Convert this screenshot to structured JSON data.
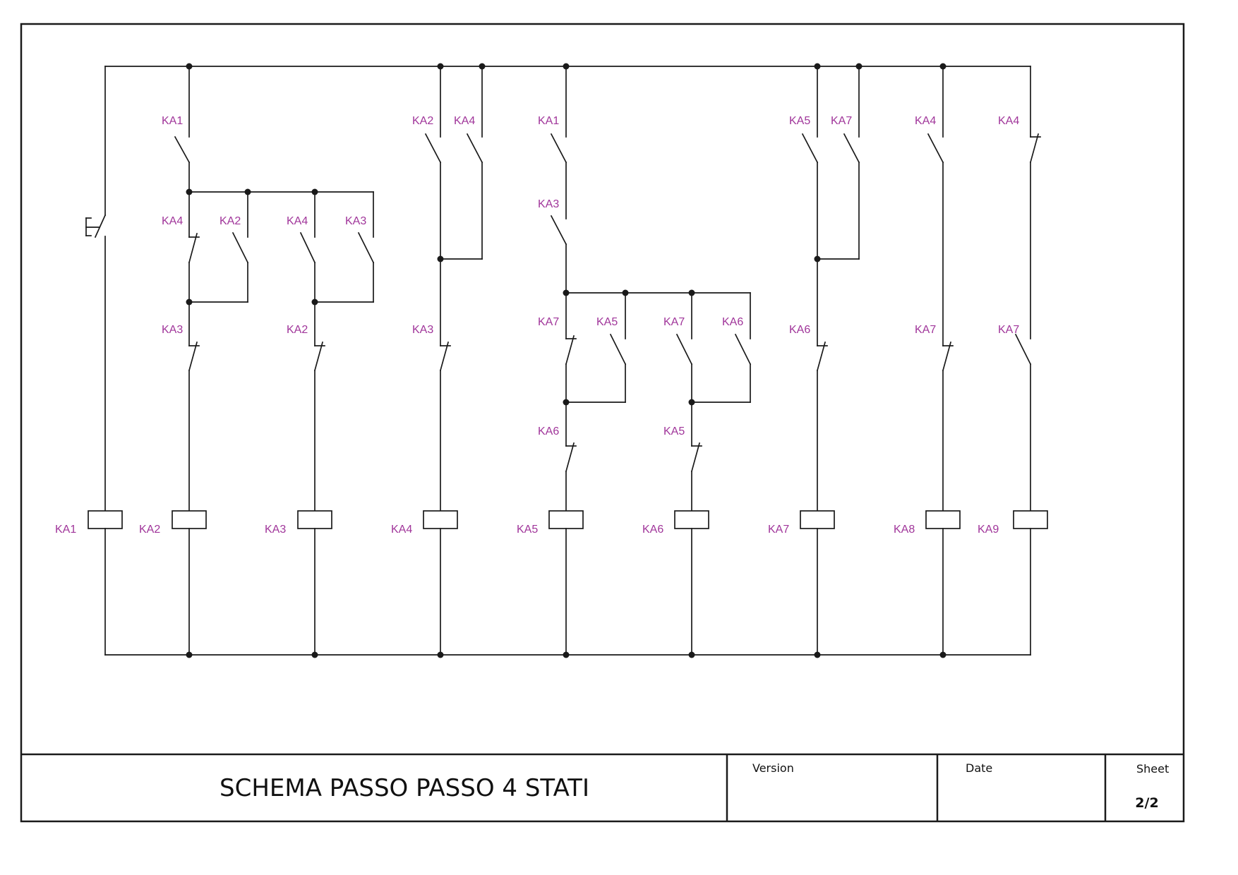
{
  "title_block": {
    "title": "SCHEMA PASSO PASSO 4 STATI",
    "version_label": "Version",
    "date_label": "Date",
    "sheet_label": "Sheet",
    "sheet_value": "2/2"
  },
  "coils": [
    "KA1",
    "KA2",
    "KA3",
    "KA4",
    "KA5",
    "KA6",
    "KA7",
    "KA8",
    "KA9"
  ],
  "contacts": {
    "r2_top": "KA1",
    "r2_left": "KA4",
    "r2_right": "KA2",
    "r2_bottom": "KA3",
    "r3_left": "KA4",
    "r3_right": "KA3",
    "r3_bottom": "KA2",
    "r4_left": "KA2",
    "r4_right": "KA4",
    "r4_bottom": "KA3",
    "r5_top": "KA1",
    "r5_mid": "KA3",
    "r5_left": "KA7",
    "r5_right": "KA5",
    "r5_bottom": "KA6",
    "r6_left": "KA7",
    "r6_right": "KA6",
    "r6_bottom": "KA5",
    "r7_left": "KA5",
    "r7_right": "KA7",
    "r7_bottom": "KA6",
    "r8_top": "KA4",
    "r8_bottom": "KA7",
    "r9_top": "KA4",
    "r9_bottom": "KA7"
  }
}
